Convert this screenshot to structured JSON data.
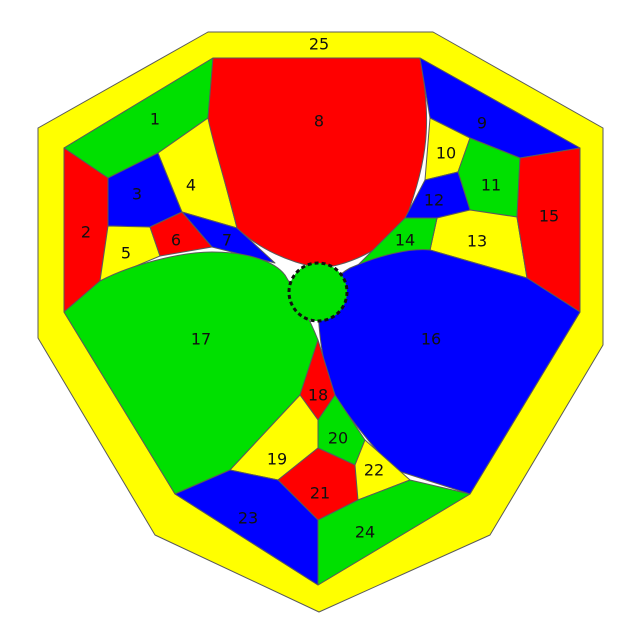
{
  "palette": {
    "red": "#ff0000",
    "green": "#00e000",
    "blue": "#0000ff",
    "yellow": "#ffff00"
  },
  "regions": [
    {
      "id": "1",
      "label": "1",
      "color": "green"
    },
    {
      "id": "2",
      "label": "2",
      "color": "red"
    },
    {
      "id": "3",
      "label": "3",
      "color": "blue"
    },
    {
      "id": "4",
      "label": "4",
      "color": "yellow"
    },
    {
      "id": "5",
      "label": "5",
      "color": "yellow"
    },
    {
      "id": "6",
      "label": "6",
      "color": "red"
    },
    {
      "id": "7",
      "label": "7",
      "color": "blue"
    },
    {
      "id": "8",
      "label": "8",
      "color": "red"
    },
    {
      "id": "9",
      "label": "9",
      "color": "blue"
    },
    {
      "id": "10",
      "label": "10",
      "color": "yellow"
    },
    {
      "id": "11",
      "label": "11",
      "color": "green"
    },
    {
      "id": "12",
      "label": "12",
      "color": "blue"
    },
    {
      "id": "13",
      "label": "13",
      "color": "yellow"
    },
    {
      "id": "14",
      "label": "14",
      "color": "green"
    },
    {
      "id": "15",
      "label": "15",
      "color": "red"
    },
    {
      "id": "16",
      "label": "16",
      "color": "blue"
    },
    {
      "id": "17",
      "label": "17",
      "color": "green"
    },
    {
      "id": "18",
      "label": "18",
      "color": "red"
    },
    {
      "id": "19",
      "label": "19",
      "color": "yellow"
    },
    {
      "id": "20",
      "label": "20",
      "color": "green"
    },
    {
      "id": "21",
      "label": "21",
      "color": "red"
    },
    {
      "id": "22",
      "label": "22",
      "color": "yellow"
    },
    {
      "id": "23",
      "label": "23",
      "color": "blue"
    },
    {
      "id": "24",
      "label": "24",
      "color": "green"
    },
    {
      "id": "25",
      "label": "25",
      "color": "yellow"
    }
  ],
  "center_marker": {
    "color": "green",
    "style": "dashed-outline"
  }
}
